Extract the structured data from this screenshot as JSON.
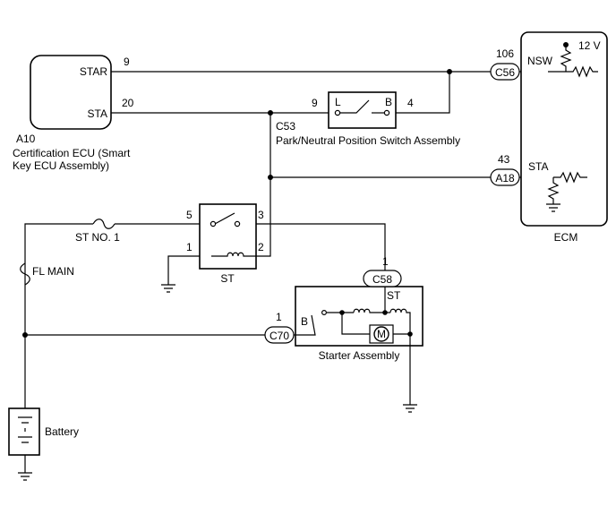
{
  "components": {
    "cert_ecu": {
      "code": "A10",
      "name_line1": "Certification ECU (Smart",
      "name_line2": "Key ECU Assembly)",
      "pin_star": "STAR",
      "pin_sta": "STA",
      "pin_no_star": "9",
      "pin_no_sta": "20"
    },
    "pnp_switch": {
      "connector": "C53",
      "name": "Park/Neutral Position Switch Assembly",
      "pin_left_no": "9",
      "pin_right_no": "4",
      "label_l": "L",
      "label_b": "B"
    },
    "ecm": {
      "name": "ECM",
      "nsw": "NSW",
      "sta": "STA",
      "supply": "12 V",
      "conn_c56": "C56",
      "pin_c56": "106",
      "conn_a18": "A18",
      "pin_a18": "43"
    },
    "st_relay": {
      "name": "ST",
      "pin5": "5",
      "pin3": "3",
      "pin1": "1",
      "pin2": "2"
    },
    "fuses": {
      "st_no1": "ST NO. 1",
      "fl_main": "FL MAIN"
    },
    "starter": {
      "name": "Starter Assembly",
      "conn_c58": "C58",
      "pin_c58": "1",
      "terminal_st": "ST",
      "conn_c70": "C70",
      "pin_c70": "1",
      "terminal_b": "B",
      "motor": "M"
    },
    "battery": {
      "name": "Battery"
    }
  }
}
